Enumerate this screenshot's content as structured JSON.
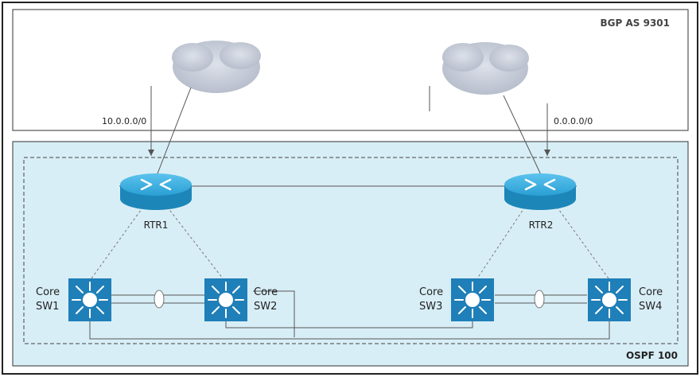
{
  "zones": {
    "bgp_label": "BGP AS 9301",
    "ospf_label": "OSPF 100"
  },
  "links": {
    "left_default_route": "10.0.0.0/0",
    "right_default_route": "0.0.0.0/0"
  },
  "routers": {
    "rtr1": "RTR1",
    "rtr2": "RTR2"
  },
  "switches": {
    "sw1": {
      "line1": "Core",
      "line2": "SW1"
    },
    "sw2": {
      "line1": "Core",
      "line2": "SW2"
    },
    "sw3": {
      "line1": "Core",
      "line2": "SW3"
    },
    "sw4": {
      "line1": "Core",
      "line2": "SW4"
    }
  },
  "colors": {
    "ospf_fill": "#d8eef6",
    "router_blue": "#2aa3d6",
    "switch_blue": "#1f7fb8",
    "cloud": "#c6ccd8",
    "line": "#555555"
  },
  "icons": [
    "cloud-icon",
    "router-icon",
    "multilayer-switch-icon",
    "ether-channel-icon"
  ]
}
